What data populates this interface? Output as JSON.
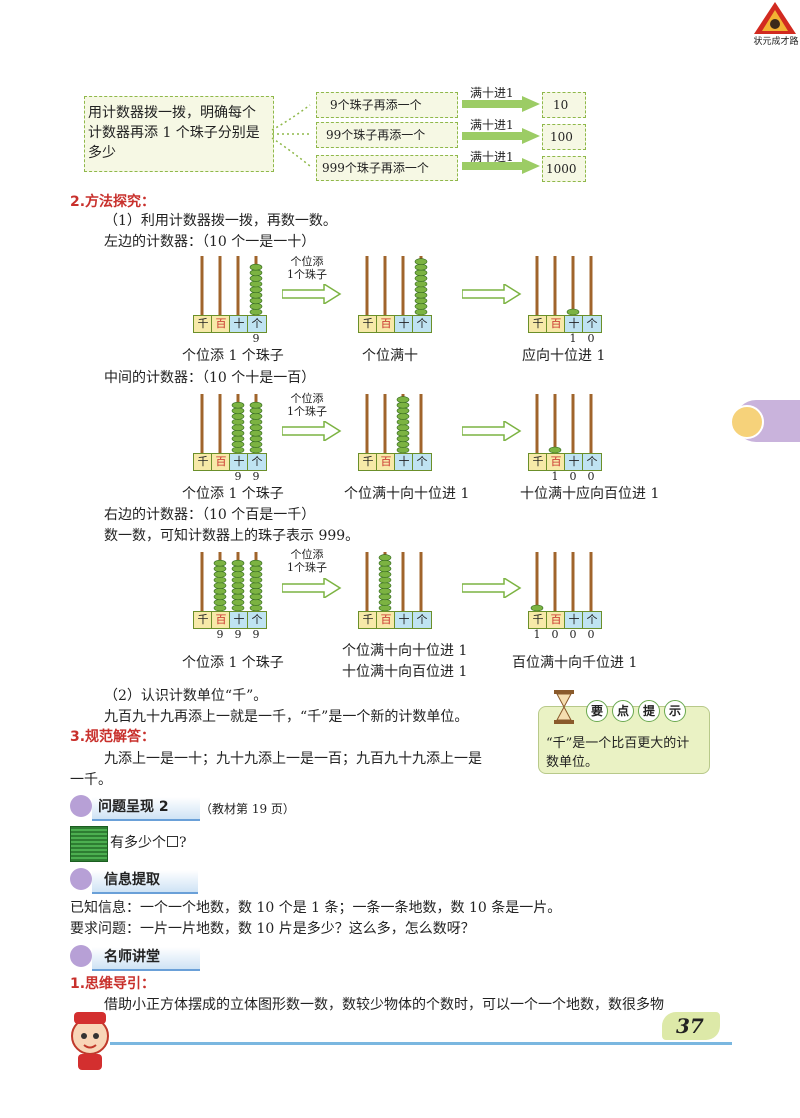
{
  "logo_text": "状元成才路",
  "top": {
    "instruction": "用计数器拨一拨，明确每个计数器再添 1 个珠子分别是多少",
    "rows": [
      {
        "step": "9个珠子再添一个",
        "carry": "满十进1",
        "result": "10"
      },
      {
        "step": "99个珠子再添一个",
        "carry": "满十进1",
        "result": "100"
      },
      {
        "step": "999个珠子再添一个",
        "carry": "满十进1",
        "result": "1000"
      }
    ]
  },
  "section2": {
    "heading": "2.方法探究：",
    "sub1": "（1）利用计数器拨一拨，再数一数。",
    "left_title": "左边的计数器：（10 个一是一十）",
    "middle_title": "中间的计数器：（10 个十是一百）",
    "right_title": "右边的计数器：（10 个百是一千）",
    "right_note": "数一数，可知计数器上的珠子表示 999。",
    "add_note_line1": "个位添",
    "add_note_line2": "1个珠子",
    "places": [
      "千",
      "百",
      "十",
      "个"
    ],
    "row1": {
      "digits1": [
        "",
        "",
        "",
        "9"
      ],
      "digits3": [
        "",
        "",
        "1",
        "0"
      ],
      "cap1": "个位添 1 个珠子",
      "cap2": "个位满十",
      "cap3": "应向十位进 1"
    },
    "row2": {
      "digits1": [
        "",
        "",
        "9",
        "9"
      ],
      "digits3": [
        "",
        "1",
        "0",
        "0"
      ],
      "cap1": "个位添 1 个珠子",
      "cap2": "个位满十向十位进 1",
      "cap3": "十位满十应向百位进 1"
    },
    "row3": {
      "digits1": [
        "",
        "9",
        "9",
        "9"
      ],
      "digits3": [
        "1",
        "0",
        "0",
        "0"
      ],
      "cap1": "个位添 1 个珠子",
      "cap2a": "个位满十向十位进 1",
      "cap2b": "十位满十向百位进 1",
      "cap3": "百位满十向千位进 1"
    },
    "sub2": "（2）认识计数单位“千”。",
    "sub2_text": "九百九十九再添上一就是一千，“千”是一个新的计数单位。"
  },
  "tip": {
    "title_chars": [
      "要",
      "点",
      "提",
      "示"
    ],
    "text": "“千”是一个比百更大的计数单位。"
  },
  "section3": {
    "heading": "3.规范解答：",
    "line1": "九添上一是一十；九十九添上一是一百；九百九十九添上一是",
    "line2": "一千。"
  },
  "problem2": {
    "title": "问题呈现 2",
    "ref": "（教材第 19 页）",
    "question": "有多少个",
    "question_end": "?"
  },
  "info": {
    "title": "信息提取",
    "known": "已知信息：一个一个地数，数 10 个是 1 条；一条一条地数，数 10 条是一片。",
    "ask": "要求问题：一片一片地数，数 10 片是多少？这么多，怎么数呀？"
  },
  "teacher": {
    "title": "名师讲堂",
    "heading": "1.思维导引：",
    "text": "借助小正方体摆成的立体图形数一数，数较少物体的个数时，可以一个一个地数，数很多物"
  },
  "page_number": "37",
  "colors": {
    "accent_red": "#c8302c",
    "green": "#6aa84f",
    "purple": "#c9b3dc"
  }
}
